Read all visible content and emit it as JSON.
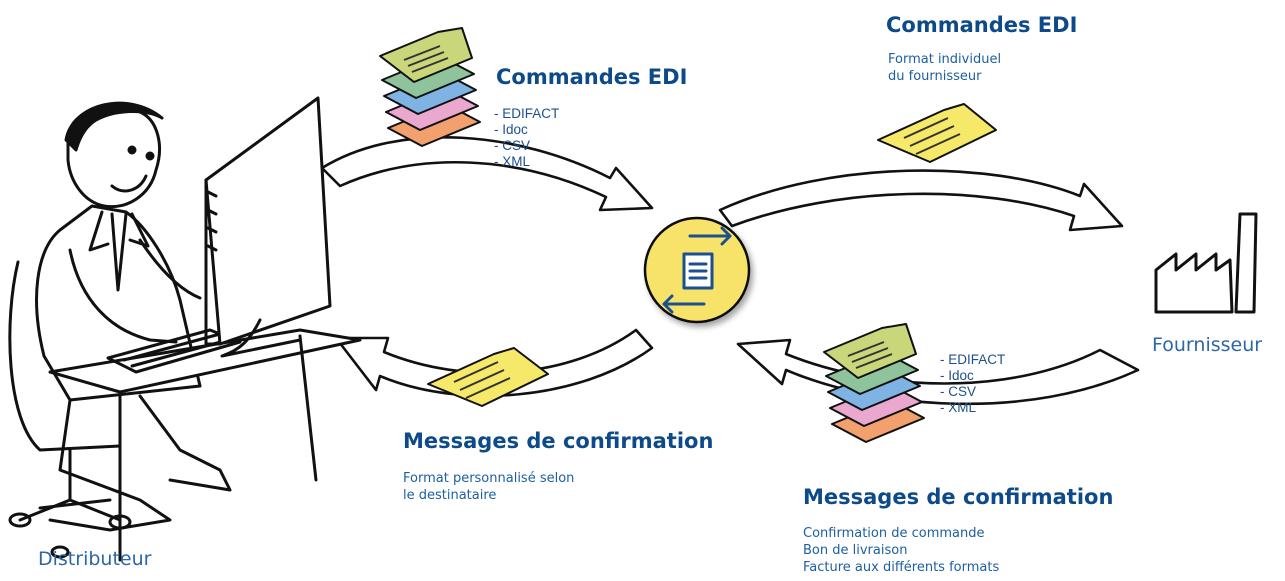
{
  "distributor_label": "Distributeur",
  "supplier_label": "Fournisseur",
  "orders_inbound": {
    "title": "Commandes EDI",
    "formats": [
      "EDIFACT",
      "Idoc",
      "CSV",
      "XML"
    ]
  },
  "orders_outbound": {
    "title": "Commandes EDI",
    "description": [
      "Format individuel",
      "du fournisseur"
    ]
  },
  "confirmations_to_distributor": {
    "title": "Messages de confirmation",
    "description": [
      "Format personnalisé selon",
      "le destinataire"
    ]
  },
  "confirmations_from_supplier": {
    "title": "Messages de confirmation",
    "formats": [
      "EDIFACT",
      "Idoc",
      "CSV",
      "XML"
    ],
    "description": [
      "Confirmation de commande",
      "Bon de livraison",
      "Facture aux différents formats"
    ]
  },
  "colors": {
    "title_blue": "#0d4a8a",
    "text_blue": "#1d5fa3",
    "hub_yellow": "#f7e36b",
    "doc_yellow": "#f6e96a",
    "stack_colors": [
      "#c9d77a",
      "#8ec39b",
      "#7fb3e4",
      "#eba8cf",
      "#f3a06f"
    ]
  },
  "icons": {
    "hub": "document-exchange-icon",
    "supplier": "factory-icon",
    "distributor": "person-at-computer-illustration"
  }
}
